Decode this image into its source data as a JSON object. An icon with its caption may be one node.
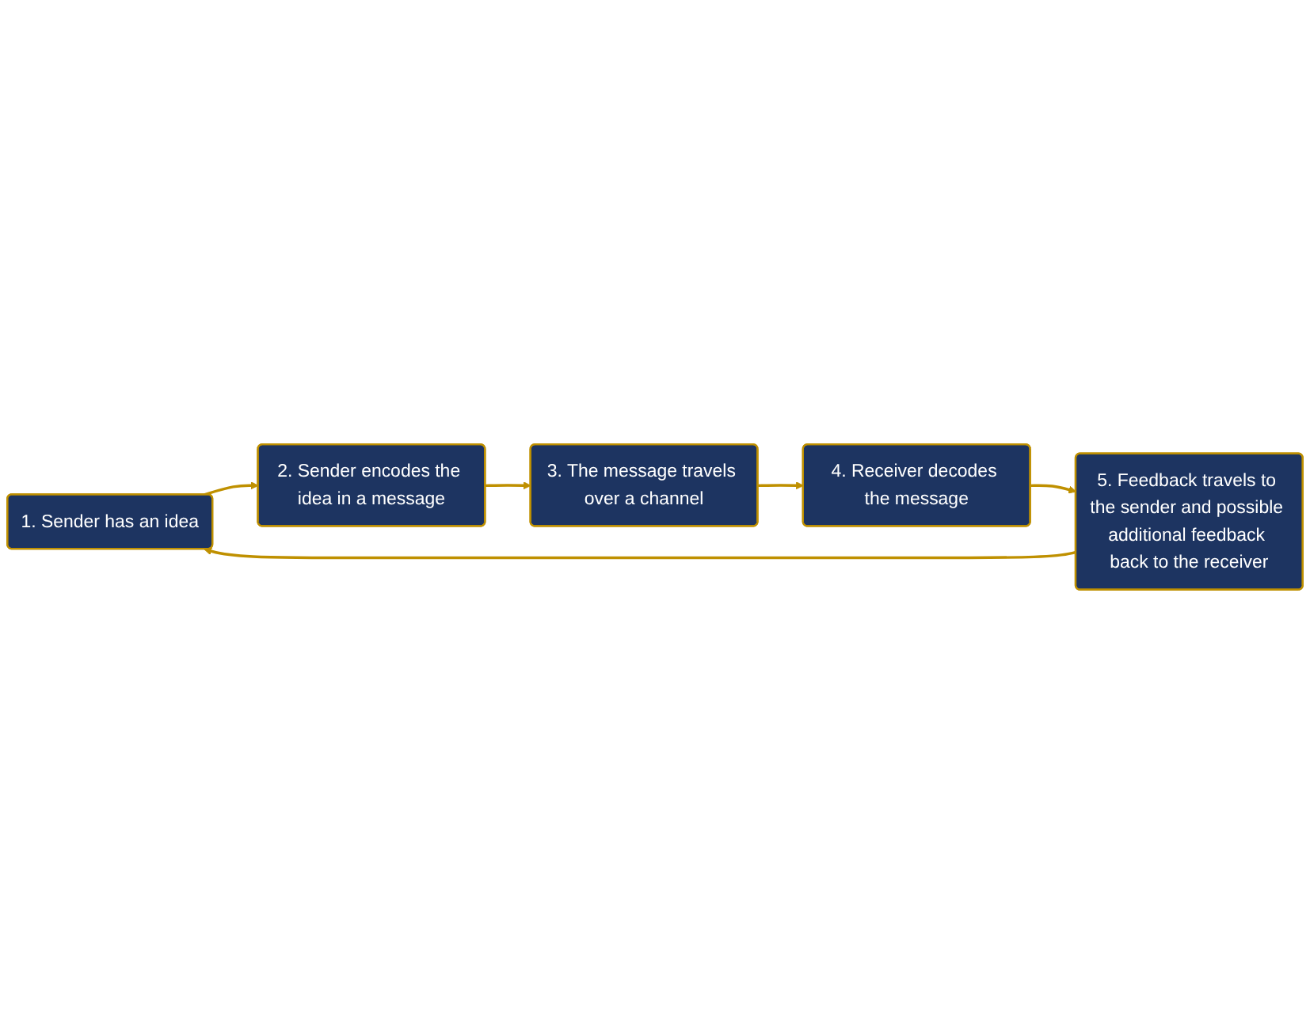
{
  "diagram": {
    "nodes": [
      {
        "text": [
          "1. Sender has an idea"
        ]
      },
      {
        "text": [
          "2. Sender encodes the idea in a message"
        ]
      },
      {
        "text": [
          "3. The message travels over a channel"
        ]
      },
      {
        "text": [
          "4. Receiver decodes the message"
        ]
      },
      {
        "text": [
          "5. Feedback travels to the sender and possible additional feedback back to the receiver"
        ]
      }
    ],
    "edges": [
      {
        "from": 0,
        "to": 1,
        "arrow": "to"
      },
      {
        "from": 1,
        "to": 2,
        "arrow": "to"
      },
      {
        "from": 2,
        "to": 3,
        "arrow": "to"
      },
      {
        "from": 3,
        "to": 4,
        "arrow": "to"
      },
      {
        "from": 4,
        "to": 0,
        "arrow": "to"
      }
    ]
  }
}
